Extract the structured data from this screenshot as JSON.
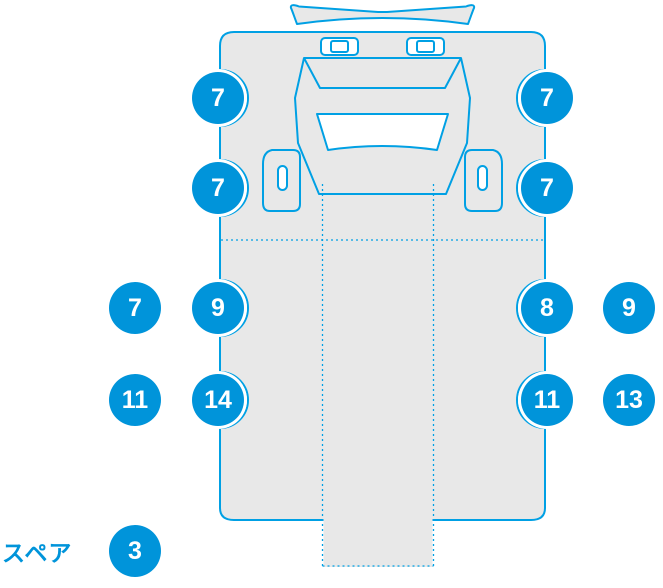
{
  "diagram_title": "vehicle-top-view-callout-diagram",
  "spare_label": "スペア",
  "badges": [
    "7",
    "7",
    "7",
    "7",
    "7",
    "9",
    "8",
    "9",
    "11",
    "14",
    "11",
    "13",
    "3"
  ],
  "colors": {
    "accent": "#0094da",
    "line": "#00a0e4",
    "fill": "#e8e8e8"
  }
}
